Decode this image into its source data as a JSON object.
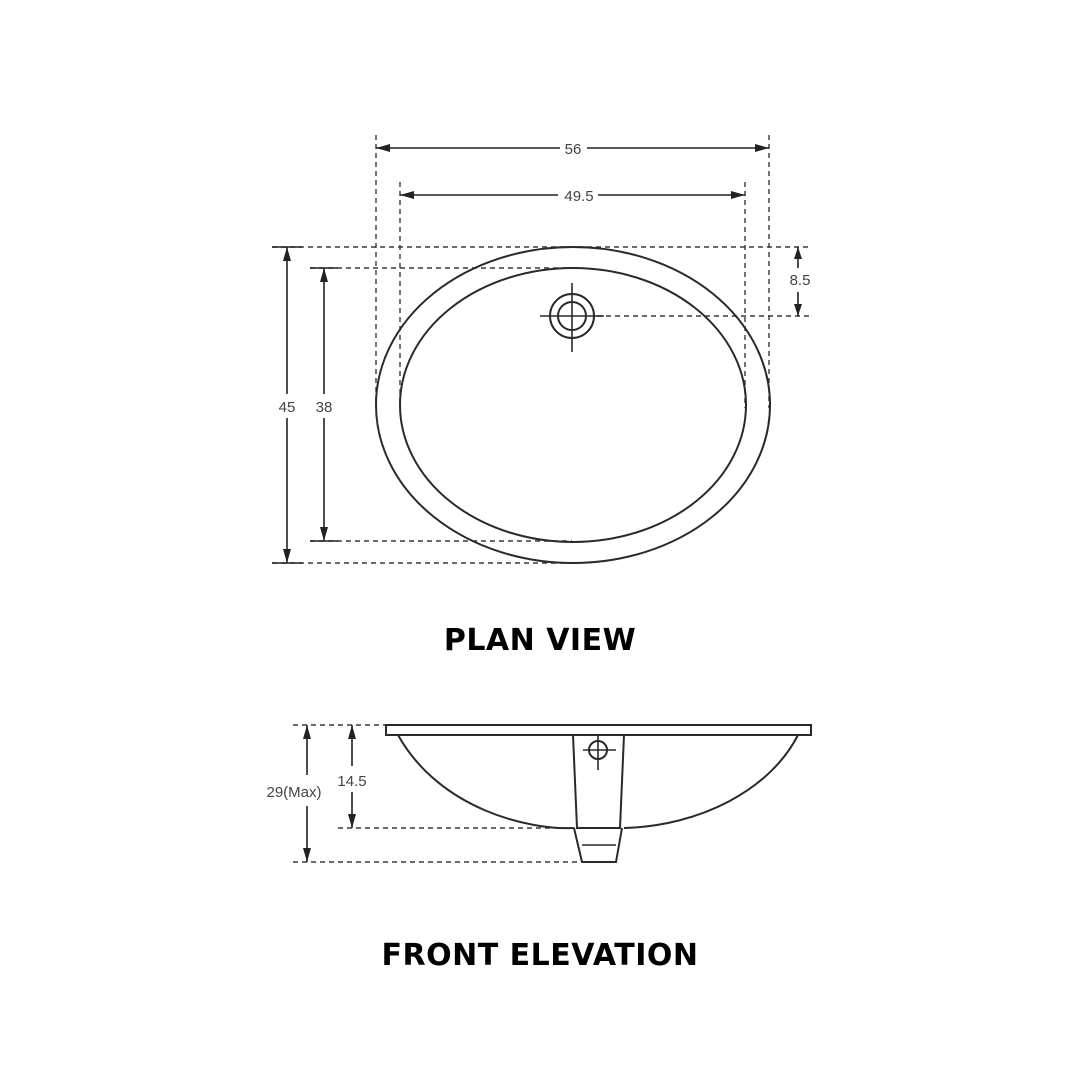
{
  "plan_view": {
    "title": "PLAN VIEW",
    "dimensions": {
      "overall_width": "56",
      "inner_width": "49.5",
      "overall_depth": "45",
      "inner_depth": "38",
      "drain_offset": "8.5"
    }
  },
  "front_elevation": {
    "title": "FRONT ELEVATION",
    "dimensions": {
      "total_height": "29(Max)",
      "bowl_depth": "14.5"
    }
  }
}
